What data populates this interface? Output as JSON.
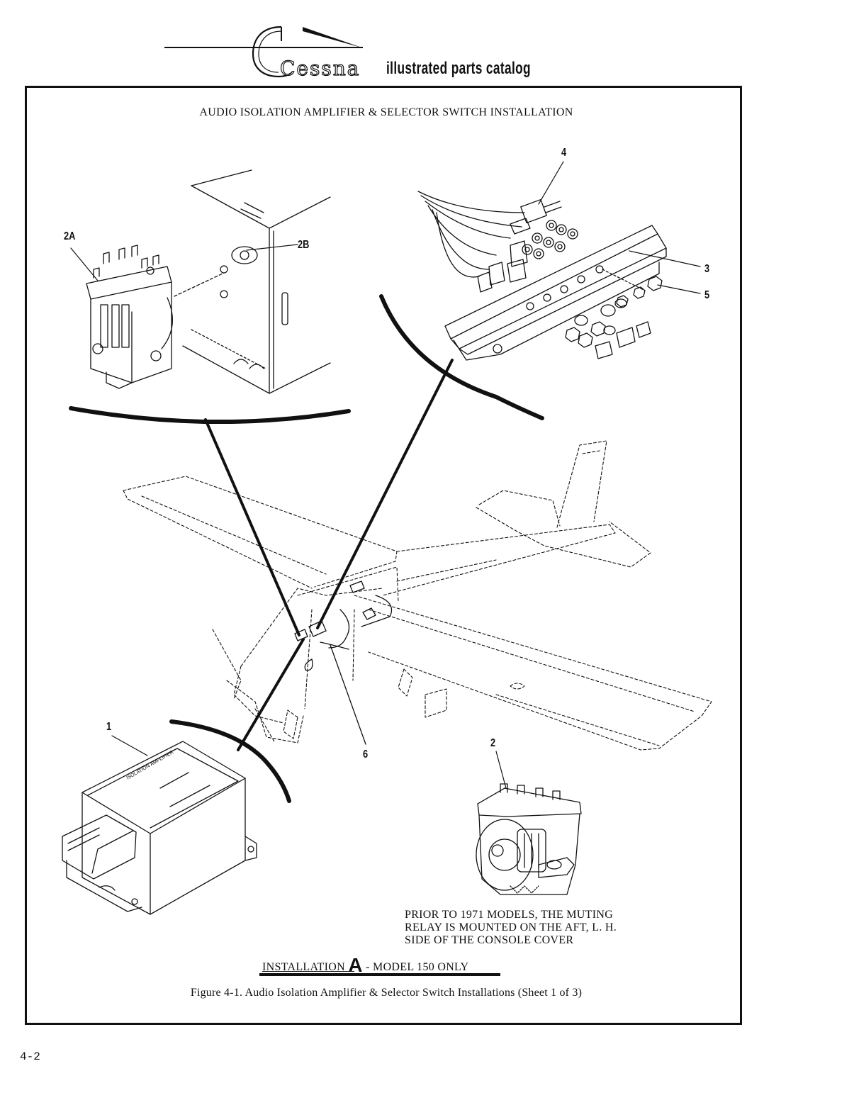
{
  "header": {
    "brand_name": "Cessna",
    "catalog_title": "illustrated parts catalog"
  },
  "figure": {
    "title": "AUDIO ISOLATION AMPLIFIER & SELECTOR SWITCH INSTALLATION",
    "callouts": {
      "c1": "1",
      "c2": "2",
      "c2a": "2A",
      "c2b": "2B",
      "c3": "3",
      "c4": "4",
      "c5": "5",
      "c6": "6"
    },
    "amplifier_label": "ISOLATION AMPLIFIER",
    "note": [
      "PRIOR TO 1971 MODELS, THE MUTING",
      "RELAY IS MOUNTED ON THE AFT, L. H.",
      "SIDE OF THE CONSOLE COVER"
    ],
    "installation": {
      "prefix": "INSTALLATION",
      "letter": "A",
      "suffix": "- MODEL 150 ONLY"
    },
    "caption": "Figure 4-1.  Audio Isolation Amplifier & Selector Switch Installations (Sheet 1 of 3)"
  },
  "page_number": "4-2"
}
